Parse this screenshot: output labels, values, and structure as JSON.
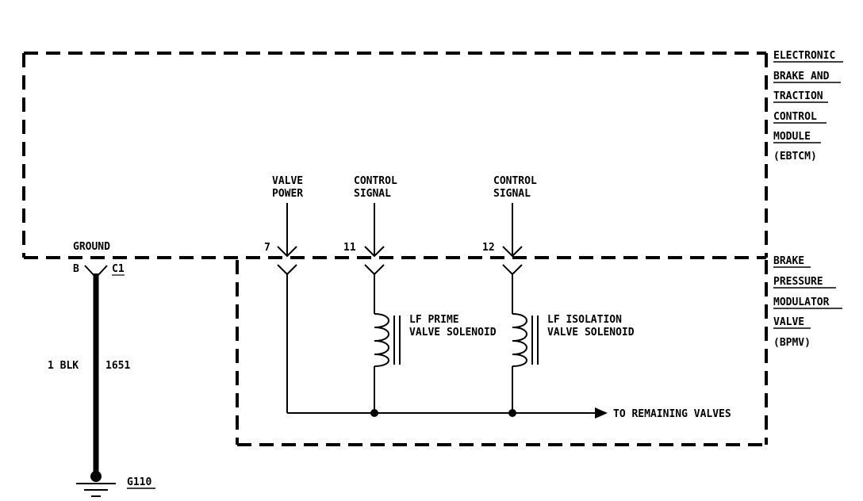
{
  "ebtcm": {
    "lines": [
      "ELECTRONIC",
      "BRAKE AND",
      "TRACTION",
      "CONTROL",
      "MODULE",
      "(EBTCM)"
    ]
  },
  "bpmv": {
    "lines": [
      "BRAKE",
      "PRESSURE",
      "MODULATOR",
      "VALVE",
      "(BPMV)"
    ]
  },
  "ground": {
    "label": "GROUND",
    "pin": "B",
    "connector": "C1",
    "wire_color": "1 BLK",
    "circuit": "1651",
    "ground_id": "G110"
  },
  "pins": [
    {
      "label_line1": "VALVE",
      "label_line2": "POWER",
      "number": "7"
    },
    {
      "label_line1": "CONTROL",
      "label_line2": "SIGNAL",
      "number": "11"
    },
    {
      "label_line1": "CONTROL",
      "label_line2": "SIGNAL",
      "number": "12"
    }
  ],
  "solenoids": [
    {
      "line1": "LF PRIME",
      "line2": "VALVE SOLENOID"
    },
    {
      "line1": "LF ISOLATION",
      "line2": "VALVE SOLENOID"
    }
  ],
  "remaining": "TO REMAINING VALVES"
}
